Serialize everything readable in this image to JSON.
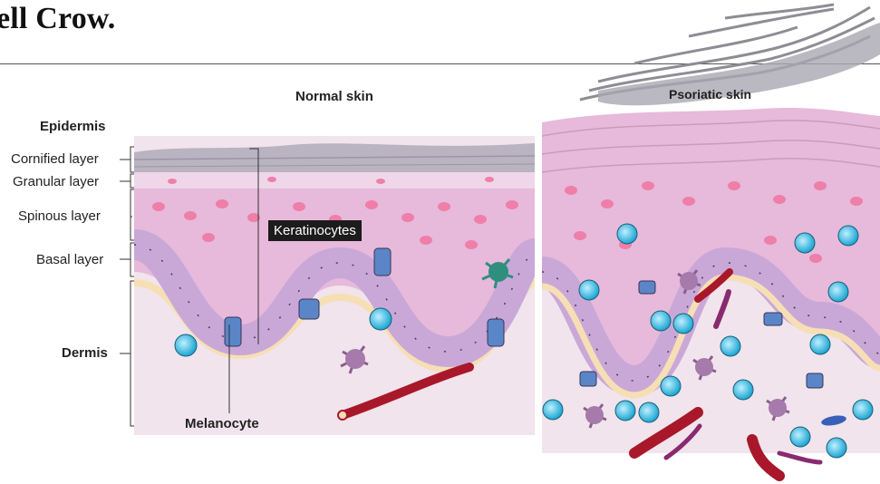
{
  "headline": "ell Crow.",
  "panels": {
    "normal_title": "Normal skin",
    "psoriatic_title": "Psoriatic skin"
  },
  "labels": {
    "epidermis": "Epidermis",
    "cornified": "Cornified layer",
    "granular": "Granular layer",
    "spinous": "Spinous layer",
    "basal": "Basal layer",
    "dermis": "Dermis",
    "keratinocytes": "Keratinocytes",
    "melanocyte": "Melanocyte"
  },
  "colors": {
    "cornified": "#b9b3c2",
    "granular": "#efd6e8",
    "spinous": "#e7b9da",
    "basal": "#c9a8d8",
    "melanocyte_cell": "#5a86c8",
    "nucleus": "#ee7fa8",
    "basement": "#f6dfb4",
    "dermis": "#f1e4ec",
    "immune_cell": "#3fb4d6",
    "vessel": "#a8182a",
    "dendritic": "#8a5e8e",
    "teal_cell": "#2f8f7c",
    "plaque": "#8e8c94"
  }
}
